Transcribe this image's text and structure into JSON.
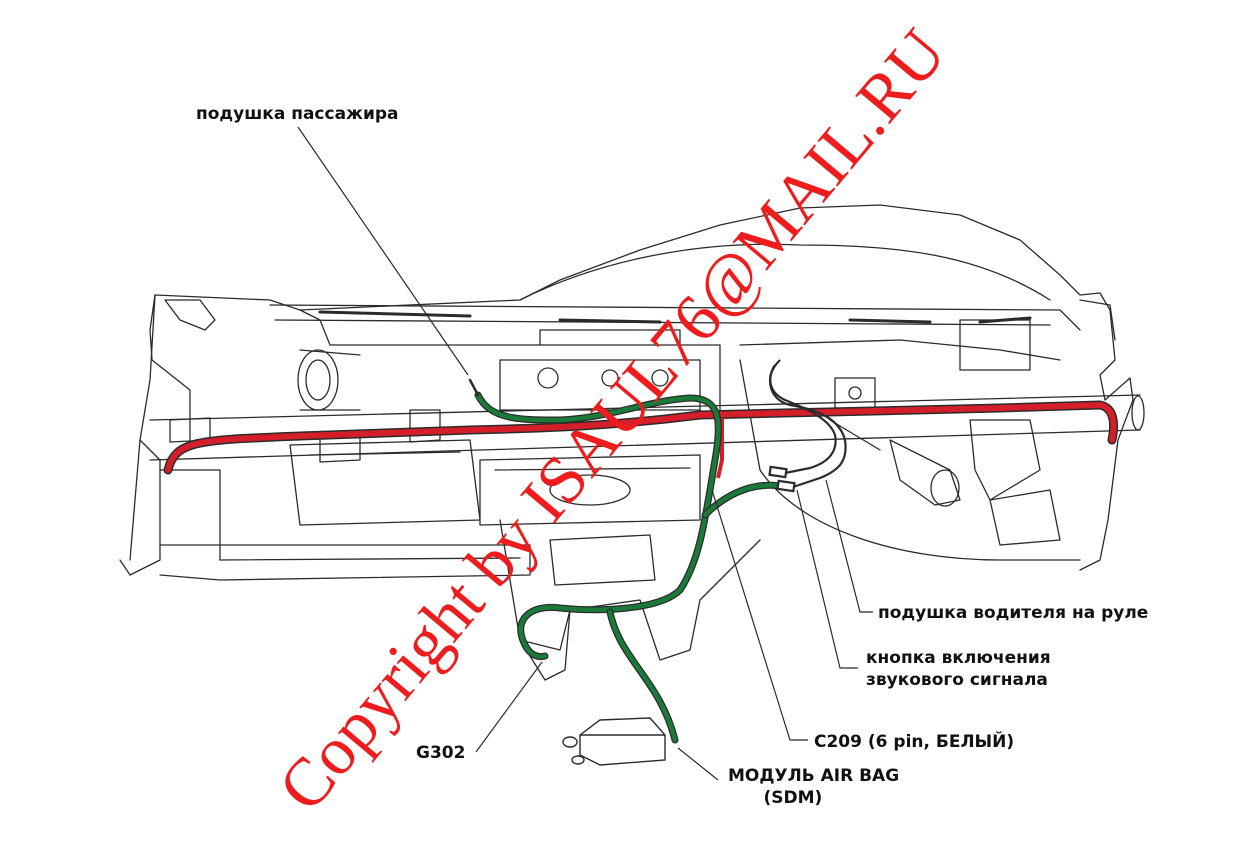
{
  "colors": {
    "line": "#2b2b2b",
    "harness_red": "#d41f2a",
    "harness_green": "#1a7a3a",
    "watermark": "#ee1c1c"
  },
  "labels": {
    "passenger_airbag": "подушка пассажира",
    "driver_airbag": "подушка водителя на руле",
    "horn_button": "кнопка включения\nзвукового сигнала",
    "c209": "C209 (6 pin, БЕЛЫЙ)",
    "g302": "G302",
    "sdm": "МОДУЛЬ AIR BAG\n      (SDM)"
  },
  "watermark": "Copyright by ISAUL76@MAIL.RU"
}
